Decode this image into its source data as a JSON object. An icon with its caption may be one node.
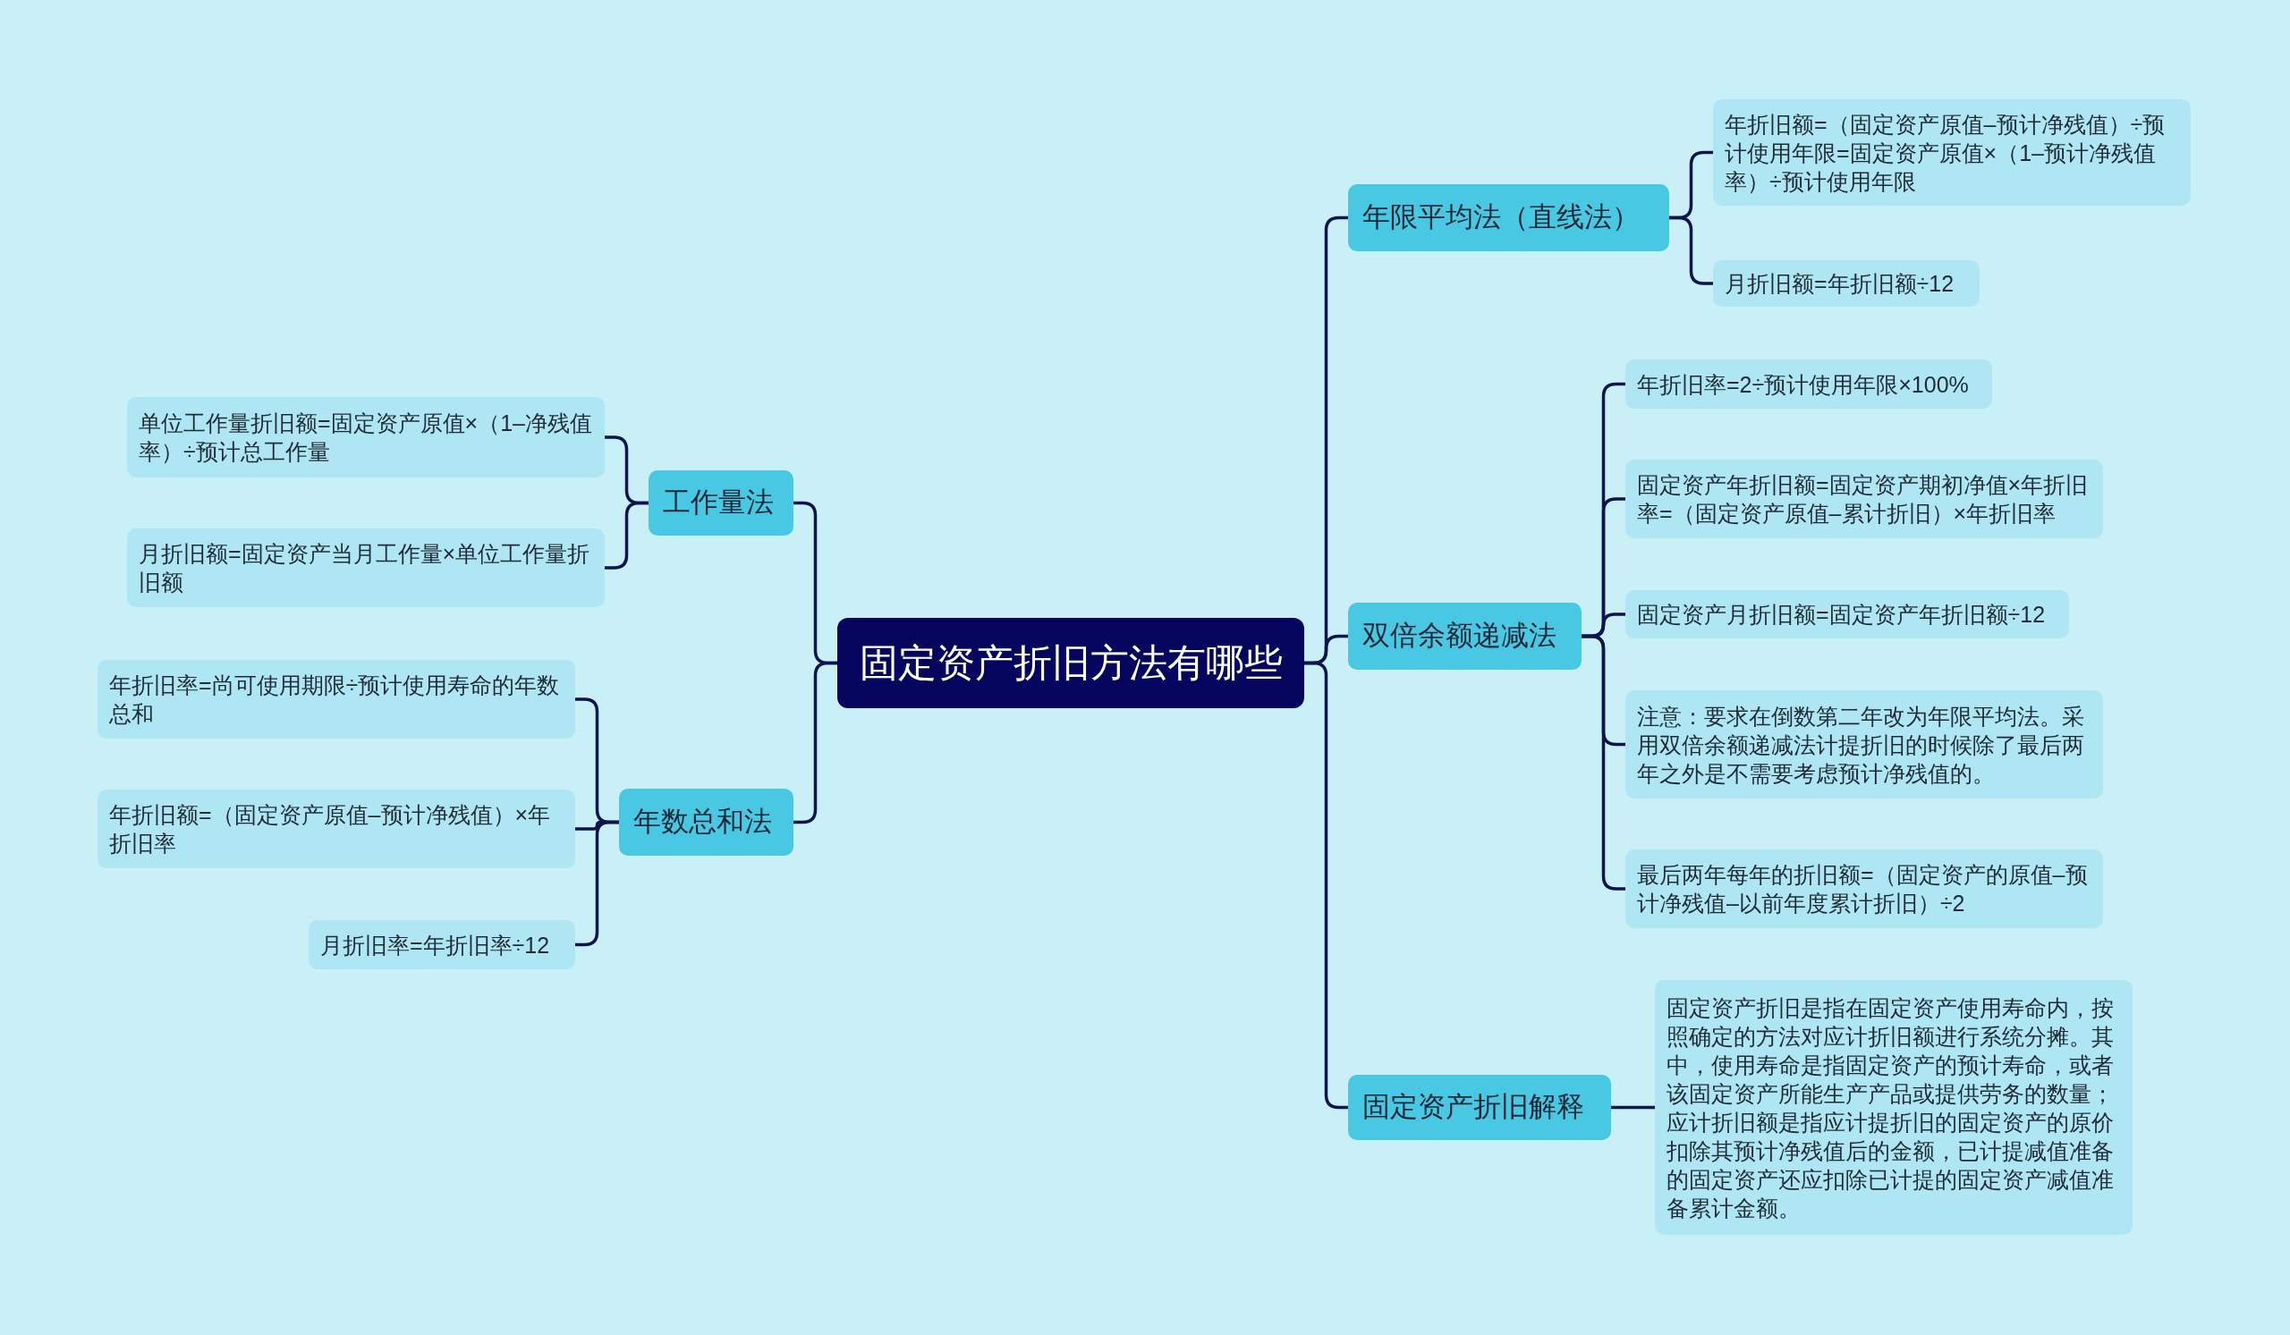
{
  "diagram": {
    "nodes": [
      {
        "text": [
          "固定资产折旧方法有哪些"
        ]
      },
      {
        "text": [
          "年限平均法（直线法）"
        ]
      },
      {
        "text": [
          "年折旧额=（固定资产原值–预计净残值）÷预计使用年限=固定资产原值×（1–预计净残值率）÷预计使用年限"
        ]
      },
      {
        "text": [
          "月折旧额=年折旧额÷12"
        ]
      },
      {
        "text": [
          "双倍余额递减法"
        ]
      },
      {
        "text": [
          "年折旧率=2÷预计使用年限×100%"
        ]
      },
      {
        "text": [
          "固定资产年折旧额=固定资产期初净值×年折旧率=（固定资产原值–累计折旧）×年折旧率"
        ]
      },
      {
        "text": [
          "固定资产月折旧额=固定资产年折旧额÷12"
        ]
      },
      {
        "text": [
          "注意：要求在倒数第二年改为年限平均法。采用双倍余额递减法计提折旧的时候除了最后两年之外是不需要考虑预计净残值的。"
        ]
      },
      {
        "text": [
          "最后两年每年的折旧额=（固定资产的原值–预计净残值–以前年度累计折旧）÷2"
        ]
      },
      {
        "text": [
          "固定资产折旧解释"
        ]
      },
      {
        "text": [
          "固定资产折旧是指在固定资产使用寿命内，按照确定的方法对应计折旧额进行系统分摊。其中，使用寿命是指固定资产的预计寿命，或者该固定资产所能生产产品或提供劳务的数量；应计折旧额是指应计提折旧的固定资产的原价扣除其预计净残值后的金额，已计提减值准备的固定资产还应扣除已计提的固定资产减值准备累计金额。"
        ]
      },
      {
        "text": [
          "工作量法"
        ]
      },
      {
        "text": [
          "单位工作量折旧额=固定资产原值×（1–净残值率）÷预计总工作量"
        ]
      },
      {
        "text": [
          "月折旧额=固定资产当月工作量×单位工作量折旧额"
        ]
      },
      {
        "text": [
          "年数总和法"
        ]
      },
      {
        "text": [
          "年折旧率=尚可使用期限÷预计使用寿命的年数总和"
        ]
      },
      {
        "text": [
          "年折旧额=（固定资产原值–预计净残值）×年折旧率"
        ]
      },
      {
        "text": [
          "月折旧率=年折旧率÷12"
        ]
      }
    ],
    "edges": [
      {
        "from": 0,
        "to": 1,
        "arrow": "none"
      },
      {
        "from": 1,
        "to": 2,
        "arrow": "none"
      },
      {
        "from": 1,
        "to": 3,
        "arrow": "none"
      },
      {
        "from": 0,
        "to": 4,
        "arrow": "none"
      },
      {
        "from": 4,
        "to": 5,
        "arrow": "none"
      },
      {
        "from": 4,
        "to": 6,
        "arrow": "none"
      },
      {
        "from": 4,
        "to": 7,
        "arrow": "none"
      },
      {
        "from": 4,
        "to": 8,
        "arrow": "none"
      },
      {
        "from": 4,
        "to": 9,
        "arrow": "none"
      },
      {
        "from": 0,
        "to": 10,
        "arrow": "none"
      },
      {
        "from": 10,
        "to": 11,
        "arrow": "none"
      },
      {
        "from": 0,
        "to": 12,
        "arrow": "none"
      },
      {
        "from": 12,
        "to": 13,
        "arrow": "none"
      },
      {
        "from": 12,
        "to": 14,
        "arrow": "none"
      },
      {
        "from": 0,
        "to": 15,
        "arrow": "none"
      },
      {
        "from": 15,
        "to": 16,
        "arrow": "none"
      },
      {
        "from": 15,
        "to": 17,
        "arrow": "none"
      },
      {
        "from": 15,
        "to": 18,
        "arrow": "none"
      }
    ]
  }
}
